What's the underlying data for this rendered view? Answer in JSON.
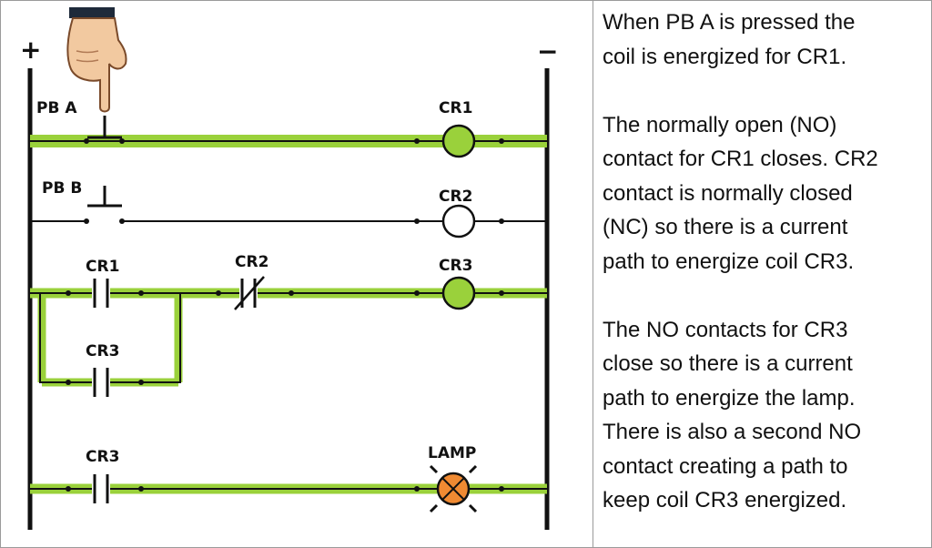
{
  "diagram": {
    "rail_positive": "+",
    "rail_negative": "−",
    "rungs": [
      {
        "input": "PB A",
        "output": "CR1",
        "energized": true
      },
      {
        "input": "PB B",
        "output": "CR2",
        "energized": false
      },
      {
        "inputs": [
          "CR1",
          "CR2"
        ],
        "branch": "CR3",
        "output": "CR3",
        "energized": true
      },
      {
        "input": "CR3",
        "output": "LAMP",
        "energized": true
      }
    ],
    "labels": {
      "pb_a": "PB A",
      "pb_b": "PB B",
      "cr1_coil": "CR1",
      "cr2_coil": "CR2",
      "cr3_coil": "CR3",
      "cr1_contact": "CR1",
      "cr2_contact": "CR2",
      "cr3_branch_contact": "CR3",
      "cr3_lamp_contact": "CR3",
      "lamp": "LAMP"
    },
    "colors": {
      "energized_path": "#9ad13b",
      "energized_coil": "#9ad13b",
      "lamp": "#f08a32",
      "wire": "#111111"
    },
    "icons": [
      "pointing-hand-icon",
      "lamp-icon"
    ]
  },
  "explanation": {
    "paragraph_1": [
      "When PB A is pressed the",
      "coil is energized for CR1."
    ],
    "paragraph_2": [
      "The normally open (NO)",
      "contact for CR1 closes. CR2",
      "contact is normally closed",
      "(NC) so there is a current",
      "path to energize coil CR3."
    ],
    "paragraph_3": [
      "The NO contacts for CR3",
      "close so there is a current",
      "path to energize the lamp.",
      "There is also a second NO",
      "contact creating a path to",
      "keep coil CR3 energized."
    ]
  }
}
